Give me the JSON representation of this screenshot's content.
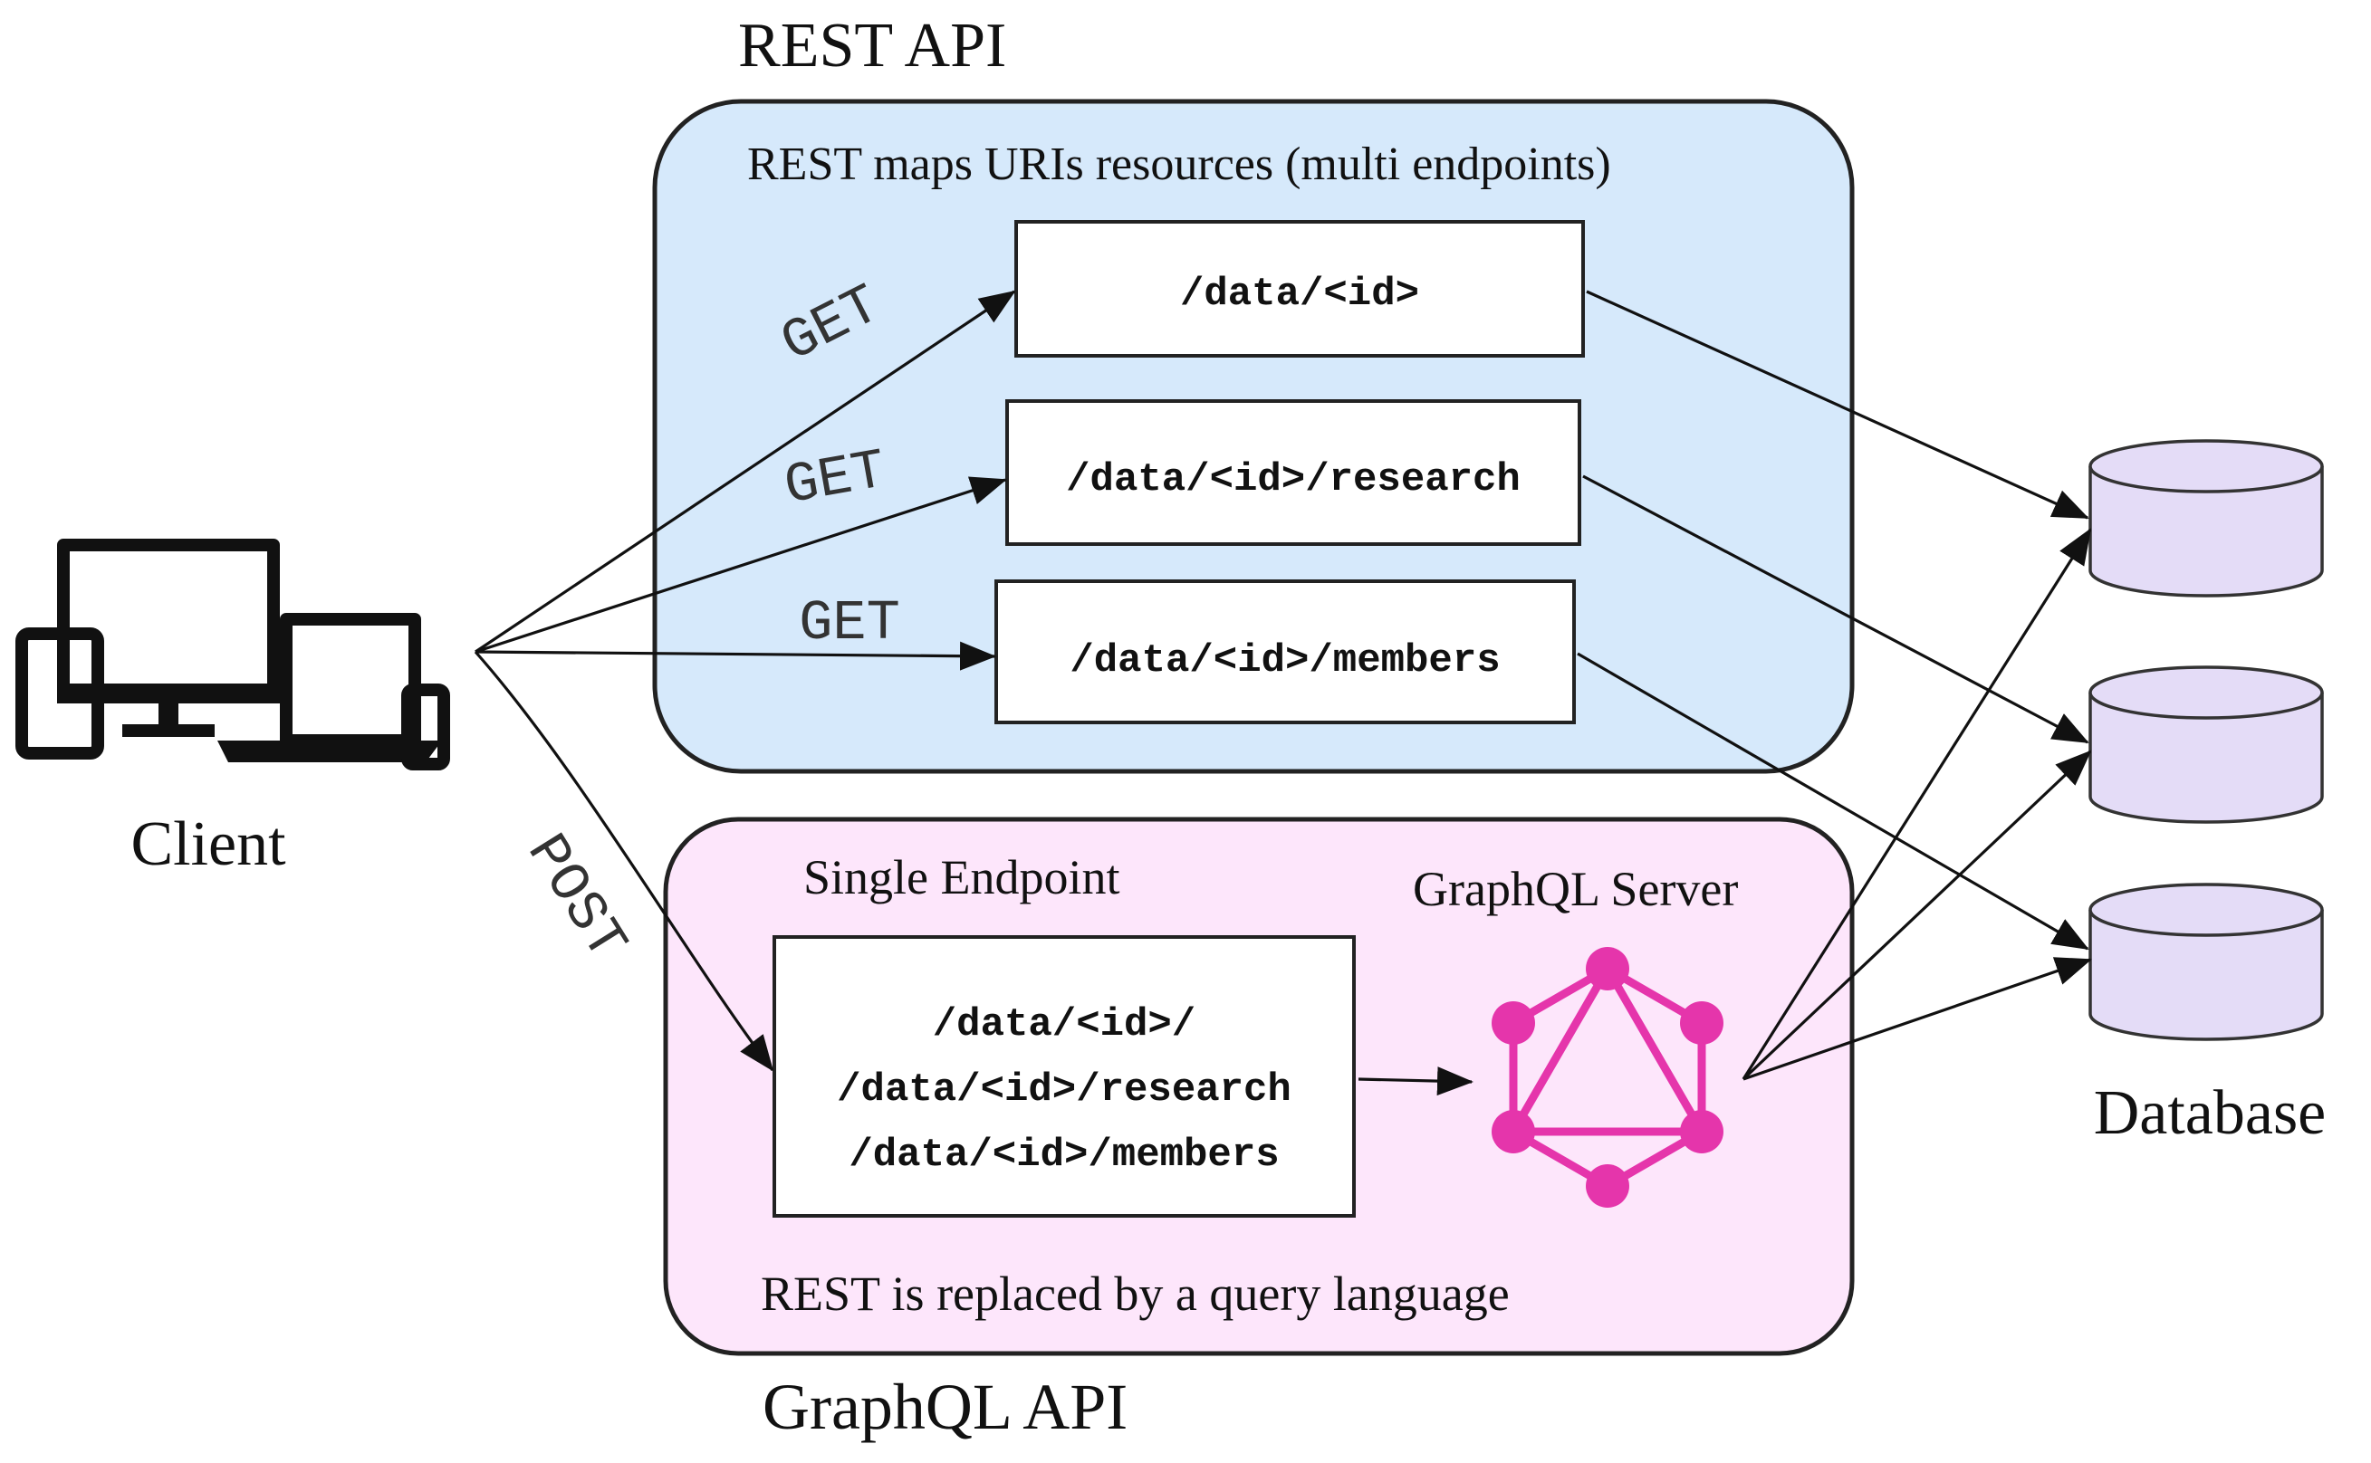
{
  "rest": {
    "title": "REST API",
    "caption": "REST maps URIs resources (multi endpoints)",
    "endpoints": [
      {
        "path": "/data/<id>",
        "method": "GET"
      },
      {
        "path": "/data/<id>/research",
        "method": "GET"
      },
      {
        "path": "/data/<id>/members",
        "method": "GET"
      }
    ]
  },
  "graphql": {
    "title": "GraphQL API",
    "endpoint_label": "Single Endpoint",
    "server_label": "GraphQL Server",
    "caption": "REST is replaced by a query language",
    "method": "POST",
    "endpoint_lines": [
      "/data/<id>/",
      "/data/<id>/research",
      "/data/<id>/members"
    ],
    "logo_color": "#e535ab"
  },
  "client": {
    "label": "Client",
    "icon": "devices-icon"
  },
  "database": {
    "label": "Database",
    "icon": "cylinder-icon",
    "count": 3
  },
  "colors": {
    "rest_panel": "#d6e9fb",
    "graphql_panel": "#fde6fb",
    "database": "#e4dcf7"
  }
}
